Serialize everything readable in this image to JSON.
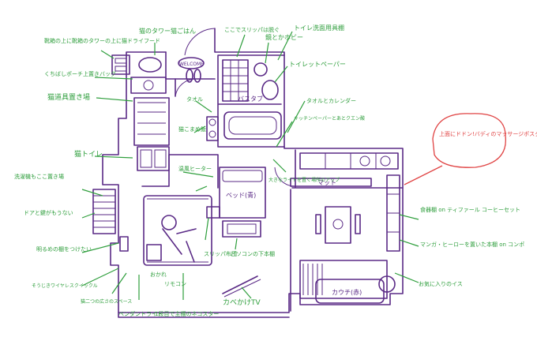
{
  "colors": {
    "plan": "#5a2a86",
    "note": "#2e9e3c",
    "highlight": "#e04444"
  },
  "plan_labels": {
    "welcome": "WELCOME",
    "bathtub": "バスタブ",
    "bed": "ベッド(青)",
    "mat": "マット",
    "sofa": "カウチ(赤)"
  },
  "notes": {
    "cat_tower": "猫のタワー猫ごはん",
    "shoe_rack": "靴箱の上に靴箱のタワーの上に猫ドライフード",
    "cat_toys": "くちばしポーチ上置きバッグ",
    "cat_goods": "猫道具置き場",
    "litter": "猫トイレ",
    "laundry": "洗濯機もここ置き場",
    "door_lock": "ドアと鍵がもうない",
    "tidy": "明るめの棚をつけたい",
    "desk_set": "そうじきワイヤレスクイックル",
    "cat_bed": "猫二つの広さのスペース",
    "slippers": "ここでスリッパは脱ぐ",
    "mirror": "鏡とかホビー",
    "toilet_shelf": "トイレ洗面用具棚",
    "toilet_paper": "トイレットペーパー",
    "towel": "タオル",
    "cat_litter2": "猫こまめ飯",
    "shelf_calendar": "タオルとカレンダー",
    "sink": "キッチンペーパーとあとクエン酸",
    "laptop": "大きなライトを置く場所のアップ",
    "heater": "温風ヒーター",
    "tv": "カベかけTV",
    "bed_note": "スリッパ布団",
    "ottoman": "おかれ",
    "under_desk": "パソコンの下本棚",
    "living_shelf": "1段目で主棚のネコスター",
    "lighting": "ペンダントライト",
    "remote": "リモコン",
    "poster": "上面にドドン!バディのマッサージポスター!",
    "kitchen_shelf": "食器棚 on ティファール コーヒーセット",
    "bookshelf": "マンガ・ヒーローを置いた本棚 on コンポ",
    "chair": "お気に入りのイス"
  }
}
